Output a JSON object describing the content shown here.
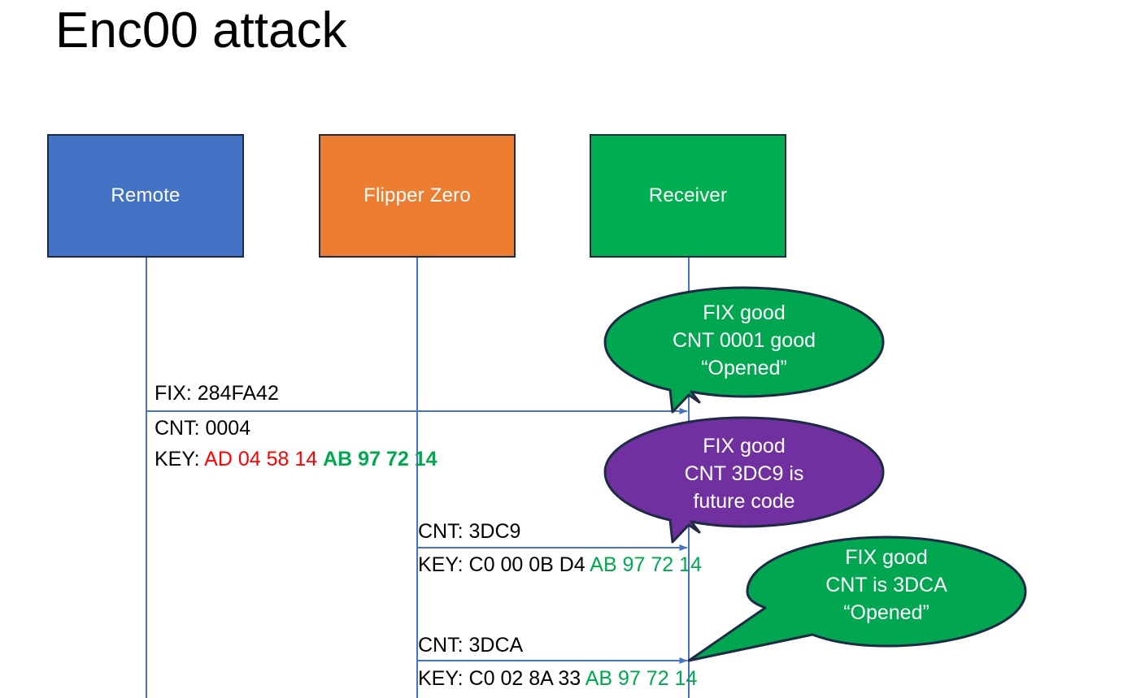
{
  "slide": {
    "title": "Enc00 attack",
    "background": "#FFFFFF"
  },
  "colors": {
    "remote_blue": "#4472C4",
    "flipper_orange": "#ED7D31",
    "receiver_green": "#00B050",
    "bubble_green": "#00A650",
    "bubble_purple": "#7030A0",
    "outline": "#1F2A44",
    "lifeline": "#4472C4",
    "key_red": "#FF0000",
    "key_green": "#00A84F",
    "text_black": "#000000",
    "text_white": "#FFFFFF"
  },
  "actors": [
    {
      "id": "remote",
      "label": "Remote",
      "fill": "#4472C4"
    },
    {
      "id": "flipper",
      "label": "Flipper Zero",
      "fill": "#ED7D31"
    },
    {
      "id": "receiver",
      "label": "Receiver",
      "fill": "#00B050"
    }
  ],
  "messages": [
    {
      "id": "remote-to-receiver",
      "from": "remote",
      "to": "receiver",
      "label_fix": "FIX: 284FA42",
      "label_cnt": "CNT: 0004",
      "key_prefix": "KEY: ",
      "key_first": "AD 04 58 14",
      "key_second": "AB 97 72 14"
    },
    {
      "id": "flipper-to-receiver-1",
      "from": "flipper",
      "to": "receiver",
      "label_cnt": "CNT: 3DC9",
      "key_prefix": "KEY: ",
      "key_first": "C0 00 0B D4",
      "key_second": "AB 97 72 14"
    },
    {
      "id": "flipper-to-receiver-2",
      "from": "flipper",
      "to": "receiver",
      "label_cnt": "CNT: 3DCA",
      "key_prefix": "KEY: ",
      "key_first": "C0 02 8A 33",
      "key_second": "AB 97 72 14"
    }
  ],
  "bubbles": [
    {
      "id": "bubble-1",
      "fill": "#00A650",
      "line1": "FIX good",
      "line2": "CNT 0001 good",
      "line3": "“Opened”"
    },
    {
      "id": "bubble-2",
      "fill": "#7030A0",
      "line1": "FIX good",
      "line2": "CNT 3DC9 is",
      "line3": "future code"
    },
    {
      "id": "bubble-3",
      "fill": "#00A650",
      "line1": "FIX good",
      "line2": "CNT is 3DCA",
      "line3": "“Opened”"
    }
  ]
}
